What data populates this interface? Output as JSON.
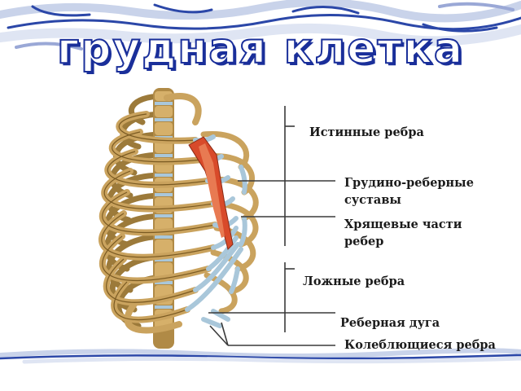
{
  "title": "грудная клетка",
  "labels": {
    "true_ribs": "Истинные ребра",
    "sternocostal_joints_1": "Грудино-реберные",
    "sternocostal_joints_2": "суставы",
    "cartilage_1": "Хрящевые части",
    "cartilage_2": "ребер",
    "false_ribs": "Ложные ребра",
    "costal_arch": "Реберная дуга",
    "floating_ribs": "Колеблющиеся ребра"
  },
  "colors": {
    "title_outline": "#1a2f9a",
    "bone": "#c9a15b",
    "bone_dark": "#8a6a2e",
    "cartilage": "#a9c7da",
    "sternum_red": "#d84a2a",
    "wave_blue": "#2b47a8"
  }
}
